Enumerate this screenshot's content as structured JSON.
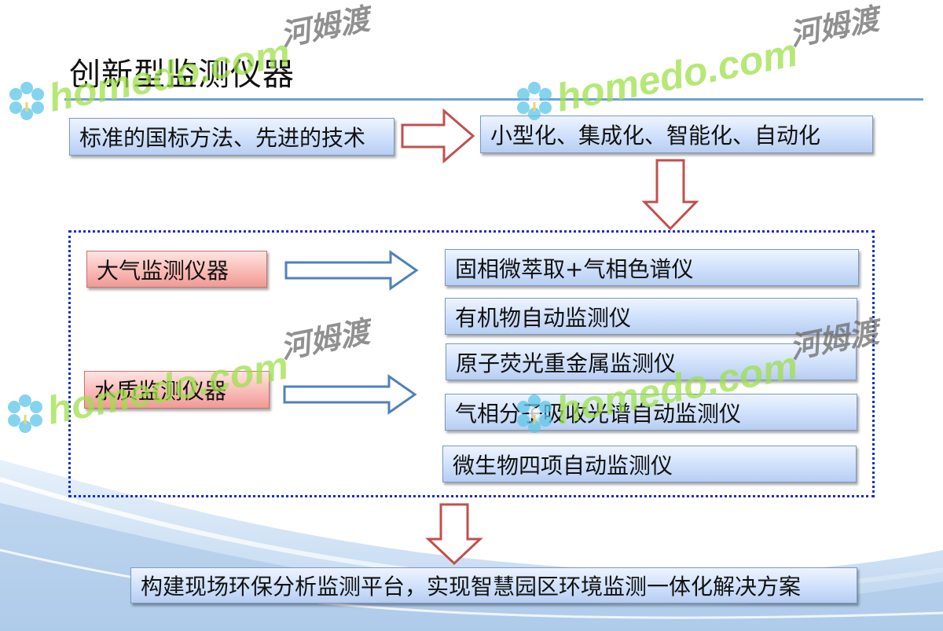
{
  "title": "创新型监测仪器",
  "top_row": {
    "left": "标准的国标方法、先进的技术",
    "right": "小型化、集成化、智能化、自动化"
  },
  "categories": {
    "air": "大气监测仪器",
    "water": "水质监测仪器"
  },
  "instruments": [
    "固相微萃取+气相色谱仪",
    "有机物自动监测仪",
    "原子荧光重金属监测仪",
    "气相分子吸收光谱自动监测仪",
    "微生物四项自动监测仪"
  ],
  "bottom": "构建现场环保分析监测平台，实现智慧园区环境监测一体化解决方案",
  "watermark": {
    "latin": "homedo.com",
    "cjk": "河姆渡"
  },
  "colors": {
    "blue_box": "#cfe0fb",
    "red_box": "#f8b7b3",
    "arrow_red_stroke": "#c0504d",
    "arrow_blue_stroke": "#4f81bd",
    "frame": "#1a2bd6"
  }
}
